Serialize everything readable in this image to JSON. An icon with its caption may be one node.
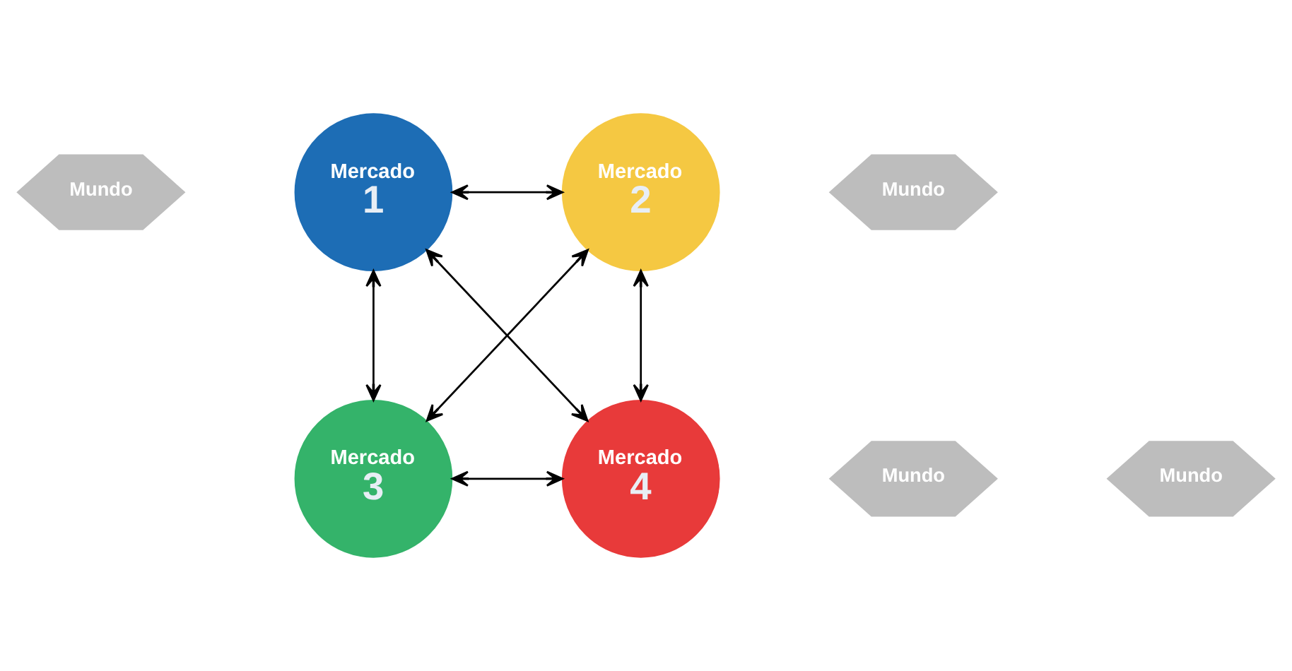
{
  "diagram": {
    "nodes": [
      {
        "text": [
          "Mundo"
        ]
      },
      {
        "text": [
          "Mercado",
          "1"
        ]
      },
      {
        "text": [
          "Mercado",
          "2"
        ]
      },
      {
        "text": [
          "Mundo"
        ]
      },
      {
        "text": [
          "Mundo"
        ]
      },
      {
        "text": [
          "Mercado",
          "3"
        ]
      },
      {
        "text": [
          "Mercado",
          "4"
        ]
      },
      {
        "text": [
          "Mundo"
        ]
      }
    ],
    "edges": [
      {
        "from": 1,
        "to": 2,
        "arrow": "both"
      },
      {
        "from": 1,
        "to": 5,
        "arrow": "both"
      },
      {
        "from": 2,
        "to": 6,
        "arrow": "both"
      },
      {
        "from": 1,
        "to": 6,
        "arrow": "both"
      },
      {
        "from": 2,
        "to": 5,
        "arrow": "both"
      },
      {
        "from": 5,
        "to": 6,
        "arrow": "both"
      }
    ]
  }
}
